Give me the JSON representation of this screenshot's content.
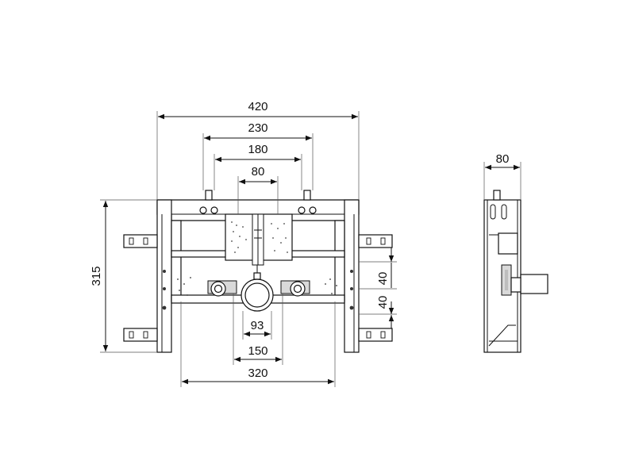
{
  "front_view": {
    "dim_overall_width": "420",
    "dim_rail_230": "230",
    "dim_rail_180": "180",
    "dim_rail_80": "80",
    "dim_height": "315",
    "dim_vert_40_upper": "40",
    "dim_vert_40_lower": "40",
    "dim_93": "93",
    "dim_150": "150",
    "dim_320": "320"
  },
  "side_view": {
    "dim_depth": "80"
  }
}
